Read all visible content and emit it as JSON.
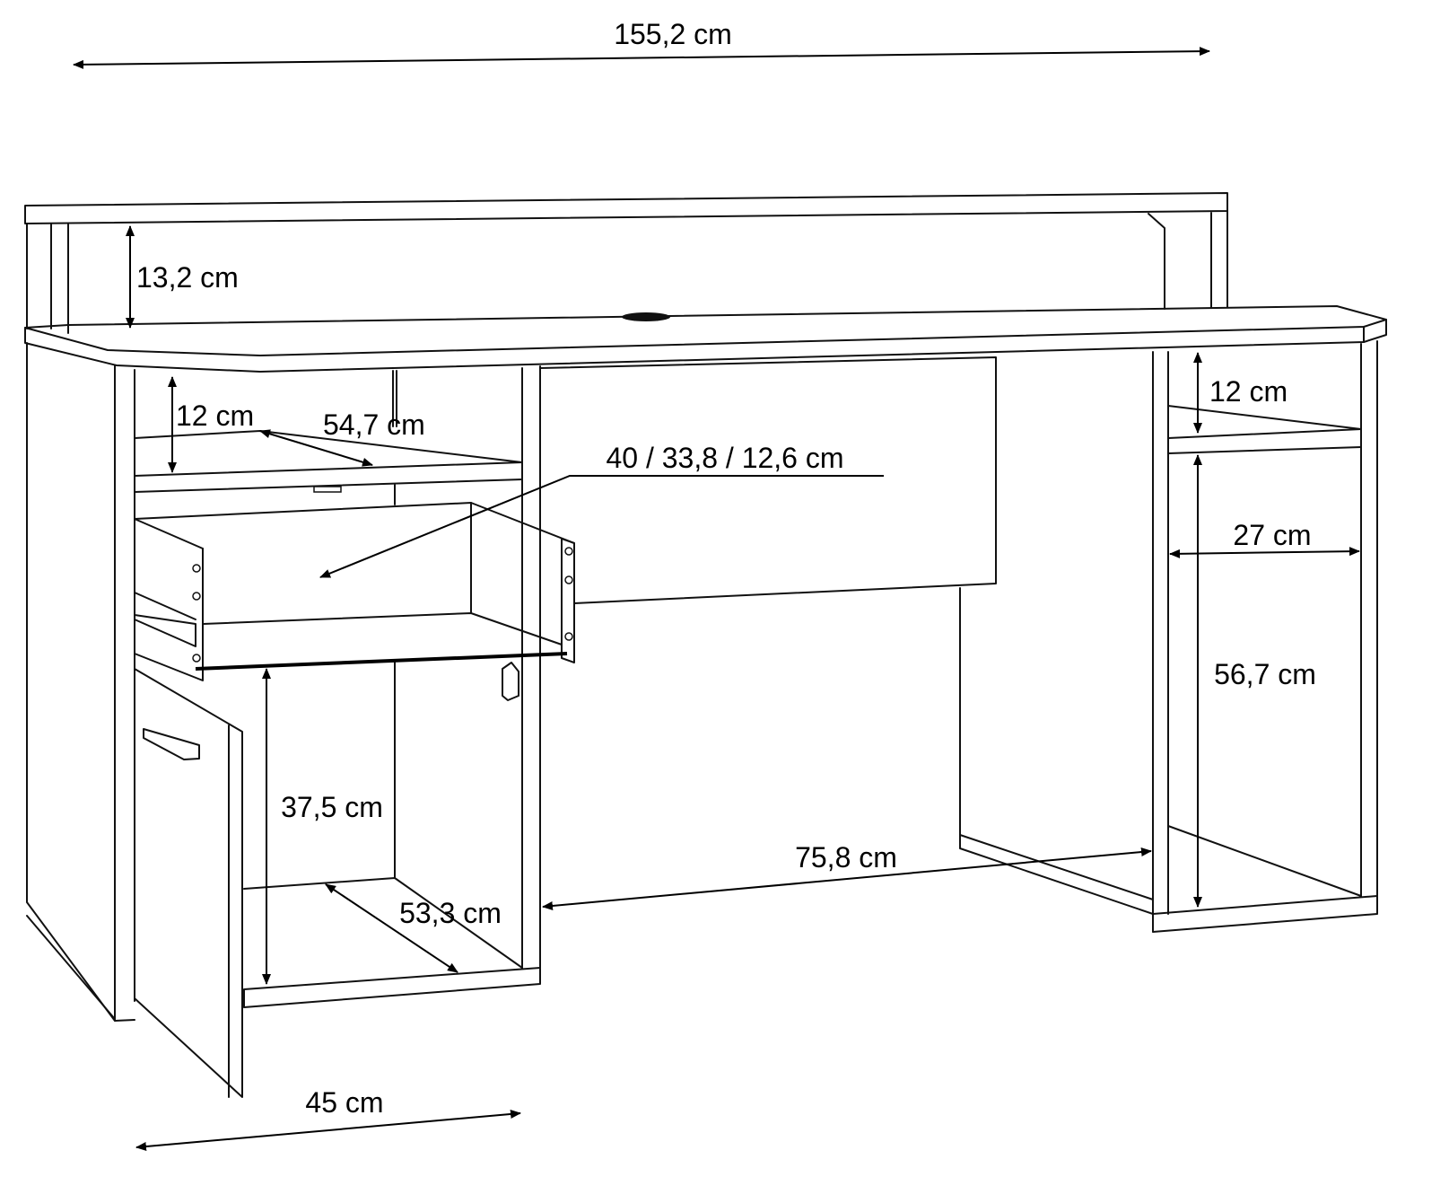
{
  "title": "Desk dimension drawing",
  "colors": {
    "line": "#111111",
    "background": "#ffffff"
  },
  "dimensions": {
    "total_width": "155,2 cm",
    "hutch_height": "13,2 cm",
    "left_shelf_height": "12 cm",
    "left_shelf_depth": "54,7 cm",
    "drawer": "40 / 33,8 / 12,6 cm",
    "right_shelf_height": "12 cm",
    "right_compartment_width": "27 cm",
    "right_compartment_height": "56,7 cm",
    "cabinet_height": "37,5 cm",
    "cabinet_depth": "53,3 cm",
    "knee_space_width": "75,8 cm",
    "cabinet_width": "45 cm"
  }
}
